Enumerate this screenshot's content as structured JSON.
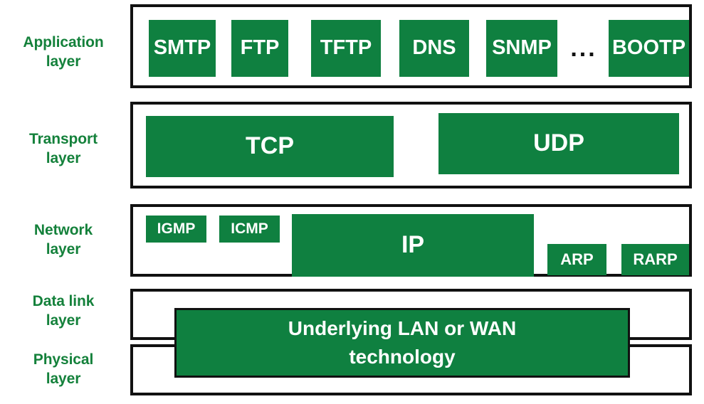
{
  "diagram": {
    "title": "TCP/IP protocol suite layer diagram",
    "colors": {
      "chip_green": "#0f8040",
      "label_green": "#14813b",
      "outline_black": "#111111",
      "background": "#ffffff",
      "chip_text": "#ffffff"
    }
  },
  "layers": [
    {
      "key": "application",
      "label_line1": "Application",
      "label_line2": "layer",
      "protocols": [
        "SMTP",
        "FTP",
        "TFTP",
        "DNS",
        "SNMP",
        "BOOTP"
      ],
      "ellipsis": "..."
    },
    {
      "key": "transport",
      "label_line1": "Transport",
      "label_line2": "layer",
      "protocols": [
        "TCP",
        "UDP"
      ]
    },
    {
      "key": "network",
      "label_line1": "Network",
      "label_line2": "layer",
      "protocols": [
        "IGMP",
        "ICMP",
        "IP",
        "ARP",
        "RARP"
      ]
    },
    {
      "key": "datalink",
      "label_line1": "Data link",
      "label_line2": "layer",
      "protocols": []
    },
    {
      "key": "physical",
      "label_line1": "Physical",
      "label_line2": "layer",
      "protocols": []
    }
  ],
  "underlying": {
    "line1": "Underlying LAN or WAN",
    "line2": "technology"
  }
}
